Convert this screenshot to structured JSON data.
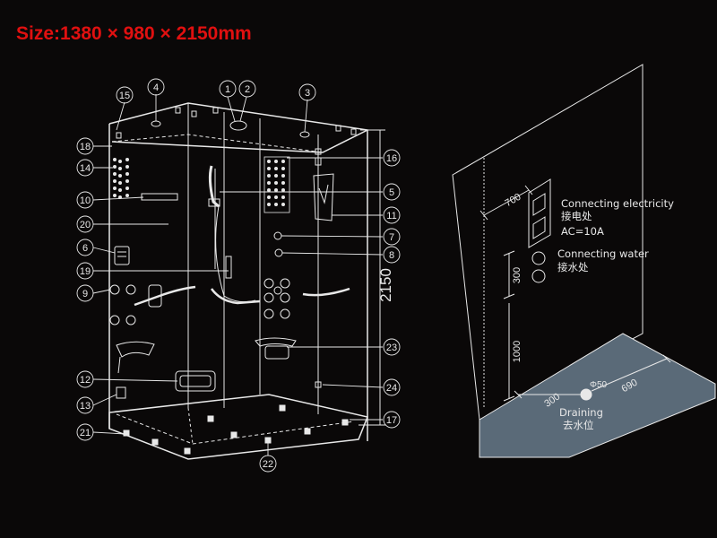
{
  "title": "Size:1380 × 980 × 2150mm",
  "colors": {
    "background": "#0a0808",
    "title": "#e01010",
    "line": "#e8e8e8",
    "floor": "#5a6a78"
  },
  "callouts": {
    "n1": "1",
    "n2": "2",
    "n3": "3",
    "n4": "4",
    "n5": "5",
    "n6": "6",
    "n7": "7",
    "n8": "8",
    "n9": "9",
    "n10": "10",
    "n11": "11",
    "n12": "12",
    "n13": "13",
    "n14": "14",
    "n15": "15",
    "n16": "16",
    "n17": "17",
    "n18": "18",
    "n19": "19",
    "n20": "20",
    "n21": "21",
    "n22": "22",
    "n23": "23",
    "n24": "24"
  },
  "dimensions": {
    "height_2150": "2150",
    "d700": "700",
    "d300_wall": "300",
    "d1000": "1000",
    "d300_floor": "300",
    "d690": "690",
    "phi50": "Φ50"
  },
  "annotations": {
    "electricity_en": "Connecting electricity",
    "electricity_cn": "接电处",
    "electricity_spec": "AC=10A",
    "water_en": "Connecting water",
    "water_cn": "接水处",
    "drain_en": "Draining",
    "drain_cn": "去水位"
  }
}
